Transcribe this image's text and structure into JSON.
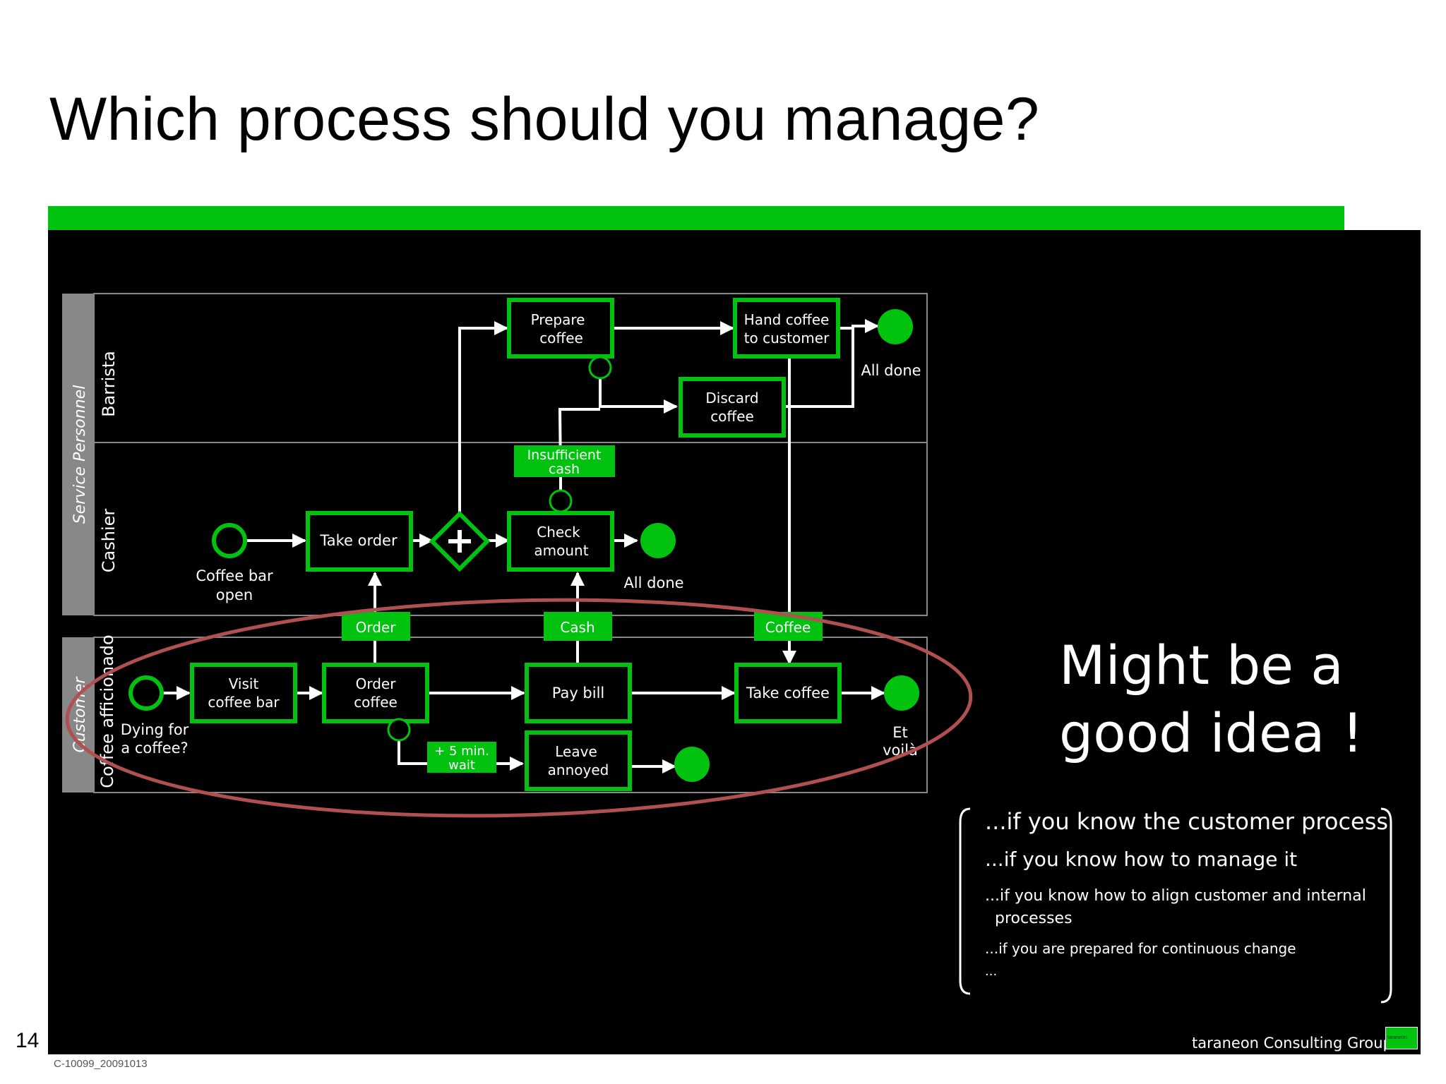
{
  "slide": {
    "title": "Which process should you manage?",
    "page_number": "14",
    "doc_code": "C-10099_20091013",
    "company": "taraneon Consulting Group",
    "logo_text": "taraneon"
  },
  "colors": {
    "accent": "#00c20f",
    "panel": "#000000",
    "lane": "#888888",
    "highlight_ellipse": "#b05050"
  },
  "diagram": {
    "pools": {
      "service": "Service Personnel",
      "customer": "Customer"
    },
    "lanes": {
      "barrista": "Barrista",
      "cashier": "Cashier",
      "afficionado": "Coffee afficionado"
    },
    "tasks": {
      "prepare_coffee": [
        "Prepare",
        "coffee"
      ],
      "hand_coffee": [
        "Hand coffee",
        "to customer"
      ],
      "discard_coffee": [
        "Discard",
        "coffee"
      ],
      "take_order": [
        "Take order"
      ],
      "check_amount": [
        "Check",
        "amount"
      ],
      "visit_bar": [
        "Visit",
        "coffee bar"
      ],
      "order_coffee": [
        "Order",
        "coffee"
      ],
      "pay_bill": [
        "Pay bill"
      ],
      "leave_annoyed": [
        "Leave",
        "annoyed"
      ],
      "take_coffee": [
        "Take coffee"
      ]
    },
    "labels": {
      "all_done_barrista": "All done",
      "coffee_bar_open": [
        "Coffee bar",
        "open"
      ],
      "all_done_cashier": "All done",
      "dying_for": [
        "Dying for",
        "a coffee?"
      ],
      "et_voila": [
        "Et",
        "voilà"
      ],
      "insufficient_cash": [
        "Insufficient",
        "cash"
      ],
      "wait": [
        "+ 5 min.",
        "wait"
      ]
    },
    "messages": {
      "order": "Order",
      "cash": "Cash",
      "coffee": "Coffee"
    }
  },
  "headline": [
    "Might be a",
    "good idea !"
  ],
  "notes": [
    "...if you know the customer process",
    "...if you know how to manage it",
    "...if you know how to align customer and internal processes",
    "...if you are prepared for continuous change",
    "..."
  ]
}
